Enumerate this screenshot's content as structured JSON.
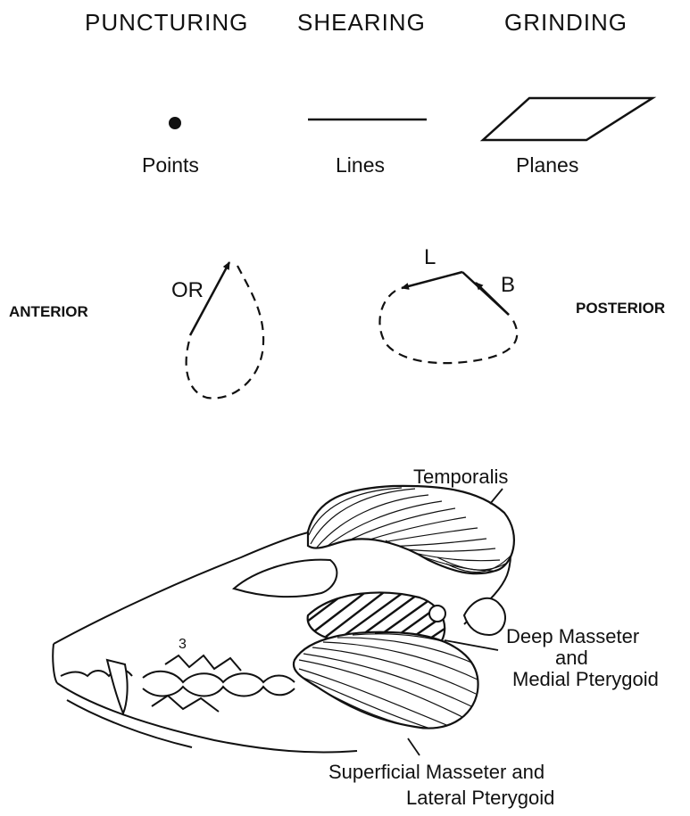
{
  "headers": {
    "puncturing": "PUNCTURING",
    "shearing": "SHEARING",
    "grinding": "GRINDING"
  },
  "symbols": {
    "points": "Points",
    "lines": "Lines",
    "planes": "Planes"
  },
  "orientation": {
    "anterior": "ANTERIOR",
    "posterior": "POSTERIOR"
  },
  "vectors": {
    "or": "OR",
    "l": "L",
    "b": "B"
  },
  "muscles": {
    "temporalis": "Temporalis",
    "deep_masseter_line1": "Deep Masseter",
    "deep_masseter_line2": "and",
    "deep_masseter_line3": "Medial Pterygoid",
    "superficial_line1": "Superficial Masseter and",
    "superficial_line2": "Lateral Pterygoid"
  },
  "skull_mark": "3"
}
